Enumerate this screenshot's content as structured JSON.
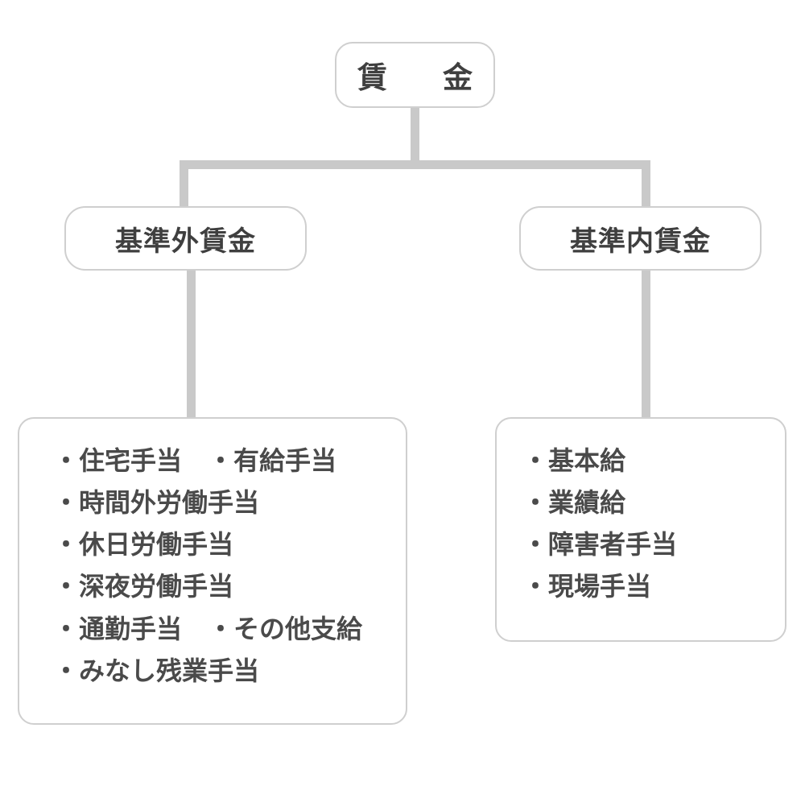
{
  "diagram": {
    "type": "tree",
    "orientation": "top-down",
    "colors": {
      "box_border": "#cfcfcf",
      "connector": "#c9c9c9",
      "title_text": "#3f3f3f",
      "list_text": "#4a4a4a",
      "background": "#ffffff"
    },
    "root": {
      "label": "賃　金"
    },
    "branches": [
      {
        "id": "non-standard-wage",
        "label": "基準外賃金",
        "items": [
          "・住宅手当　・有給手当",
          "・時間外労働手当",
          "・休日労働手当",
          "・深夜労働手当",
          "・通勤手当　・その他支給",
          "・みなし残業手当"
        ]
      },
      {
        "id": "standard-wage",
        "label": "基準内賃金",
        "items": [
          "・基本給",
          "・業績給",
          "・障害者手当",
          "・現場手当"
        ]
      }
    ]
  }
}
